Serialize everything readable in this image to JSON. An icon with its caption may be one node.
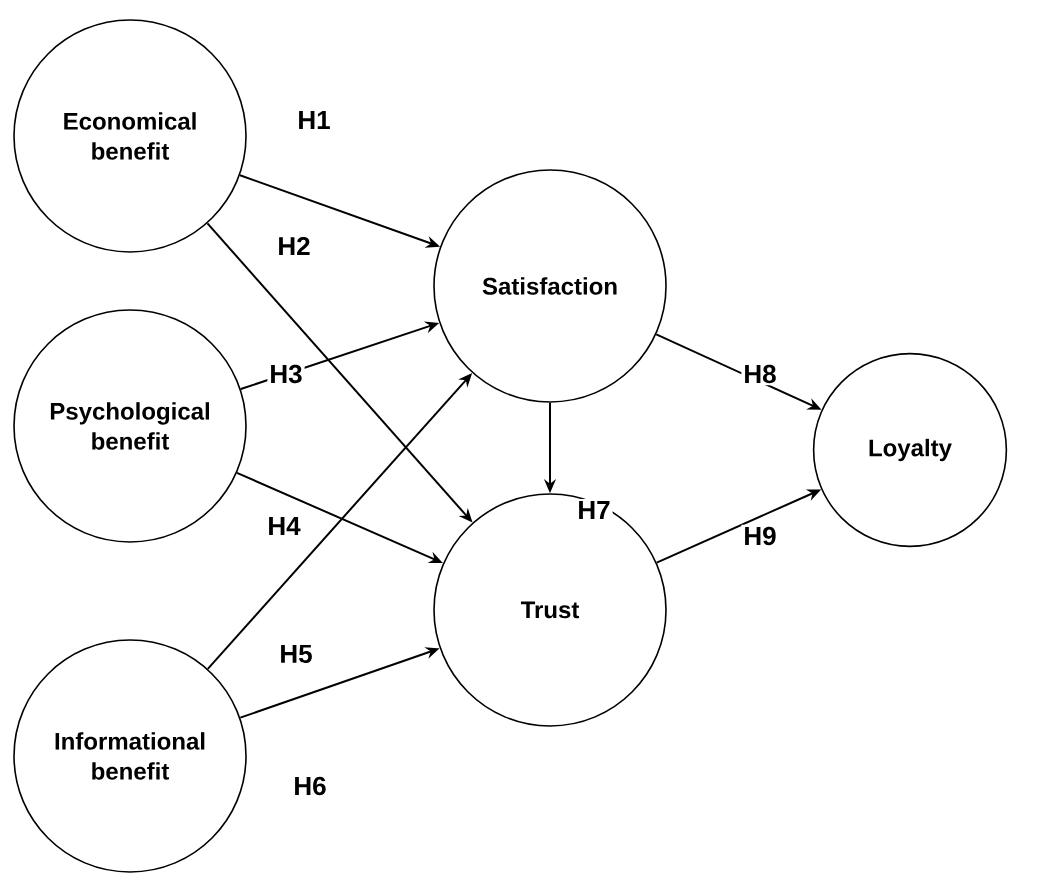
{
  "diagram": {
    "nodes": [
      {
        "text": [
          "Economical benefit"
        ]
      },
      {
        "text": [
          "Psychological benefit"
        ]
      },
      {
        "text": [
          "Informational benefit"
        ]
      },
      {
        "text": [
          "Satisfaction"
        ]
      },
      {
        "text": [
          "Trust"
        ]
      },
      {
        "text": [
          "Loyalty"
        ]
      }
    ],
    "edges": [
      {
        "from": 0,
        "to": 3,
        "arrow": "to",
        "label": "H1"
      },
      {
        "from": 0,
        "to": 4,
        "arrow": "to",
        "label": "H2"
      },
      {
        "from": 1,
        "to": 3,
        "arrow": "to",
        "label": "H3"
      },
      {
        "from": 1,
        "to": 4,
        "arrow": "to",
        "label": "H4"
      },
      {
        "from": 2,
        "to": 3,
        "arrow": "to",
        "label": "H5"
      },
      {
        "from": 2,
        "to": 4,
        "arrow": "to",
        "label": "H6"
      },
      {
        "from": 3,
        "to": 4,
        "arrow": "to",
        "label": "H7"
      },
      {
        "from": 3,
        "to": 5,
        "arrow": "to",
        "label": "H8"
      },
      {
        "from": 4,
        "to": 5,
        "arrow": "to",
        "label": "H9"
      }
    ]
  }
}
